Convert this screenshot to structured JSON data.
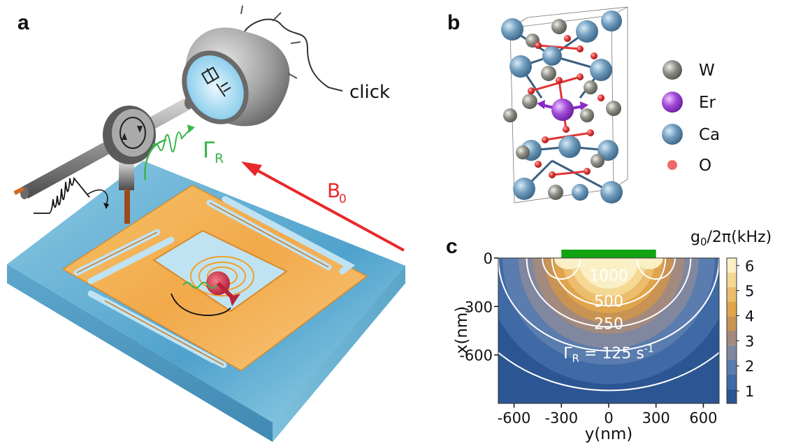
{
  "panels": {
    "a": "a",
    "b": "b",
    "c": "c"
  },
  "panel_a": {
    "detector_label": "click",
    "decay_rate_symbol": "Γ",
    "decay_rate_subscript": "R",
    "field_symbol": "B",
    "field_subscript": "0",
    "colors": {
      "substrate": "#6fb4d4",
      "resonator": "#f2a94a",
      "field_arrow": "#e8282b",
      "emission": "#3ab54a",
      "detector_body": "#9a9a9a",
      "detector_window": "#bfe6f7"
    },
    "icons": [
      "detector-icon",
      "circulator-icon",
      "waveguide-icon",
      "pulse-icon",
      "spin-icon"
    ]
  },
  "panel_b": {
    "legend": [
      {
        "label": "W",
        "color": "#8e8e86"
      },
      {
        "label": "Er",
        "color": "#a04ad8"
      },
      {
        "label": "Ca",
        "color": "#6f9bbd"
      },
      {
        "label": "O",
        "color": "#ee6a6a"
      }
    ]
  },
  "chart_data": {
    "type": "heatmap",
    "title": "",
    "xlabel": "y(nm)",
    "ylabel": "x(nm)",
    "xlim": [
      -700,
      700
    ],
    "ylim": [
      -900,
      0
    ],
    "xticks": [
      -600,
      -300,
      0,
      300,
      600
    ],
    "yticks": [
      0,
      -300,
      -600
    ],
    "colorbar": {
      "label": "g",
      "label_sub": "0",
      "label_rest": "/2π(kHz)",
      "ticks": [
        1,
        2,
        3,
        4,
        5,
        6
      ],
      "range": [
        0.5,
        6.3
      ],
      "colors": [
        "#2c5693",
        "#3f6aa6",
        "#5a7cae",
        "#80879e",
        "#a38a7e",
        "#c99354",
        "#e0a54c",
        "#ebbd6c",
        "#f4d894",
        "#fbefc6"
      ]
    },
    "wire": {
      "y_from": -300,
      "y_to": 300,
      "color": "#12a312"
    },
    "contours": [
      {
        "label": "1000",
        "value": 1000
      },
      {
        "label": "500",
        "value": 500
      },
      {
        "label": "250",
        "value": 250
      },
      {
        "label_prefix": "Γ",
        "label_sub": "R",
        "label_suffix": " = 125 s",
        "label_sup": "-1",
        "value": 125
      }
    ]
  }
}
